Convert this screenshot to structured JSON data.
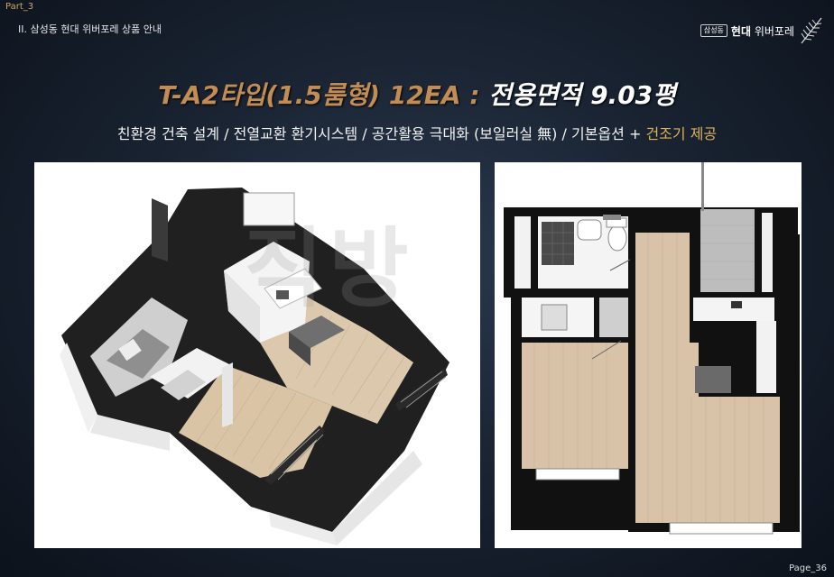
{
  "header": {
    "part_label": "Part_3",
    "section_title": "II. 삼성동 현대 위버포레 상품 안내",
    "brand_badge": "삼성동",
    "brand_bold": "현대",
    "brand_rest": " 위버포레"
  },
  "headline": {
    "type_text": "T-A2타입(1.5룸형) 12EA : ",
    "area_text": "전용면적 9.03평"
  },
  "subline": {
    "features_text": "친환경 건축 설계 / 전열교환 환기시스템 / 공간활용 극대화 (보일러실 無) / 기본옵션 + ",
    "highlight_text": "건조기 제공"
  },
  "watermark": "직방",
  "footer": {
    "page_number": "Page_36"
  },
  "colors": {
    "accent_gold": "#c28d55",
    "highlight_yellow": "#e0b259",
    "wood_floor": "#d8c3a8",
    "wall_black": "#111111"
  },
  "images": {
    "left": "isometric-floor-plan",
    "right": "top-down-floor-plan"
  }
}
